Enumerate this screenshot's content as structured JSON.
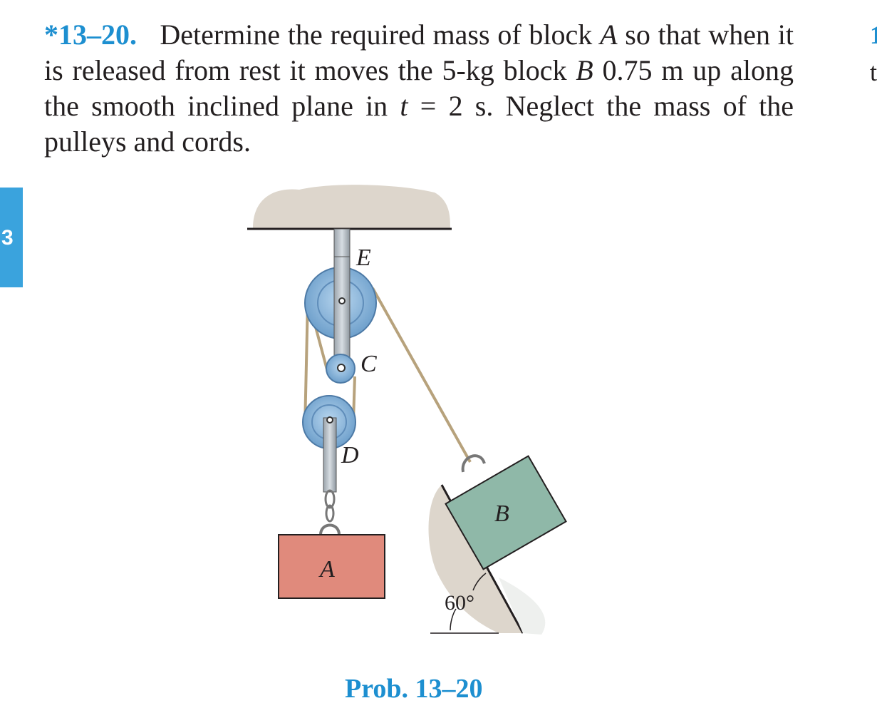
{
  "problem": {
    "number": "*13–20.",
    "text_parts": [
      "Determine the required mass of block ",
      "A",
      " so that when it is released from rest it moves the 5-kg block ",
      "B",
      " 0.75 m up along the smooth inclined plane in ",
      "t",
      " = 2 s. Neglect the mass of the pulleys and cords."
    ]
  },
  "figure": {
    "labels": {
      "E": "E",
      "C": "C",
      "D": "D",
      "A": "A",
      "B": "B"
    },
    "angle": "60°"
  },
  "caption": "Prob. 13–20",
  "edge": {
    "tab": "3",
    "frag1": "1",
    "frag2": "t"
  },
  "colors": {
    "accent": "#1d8fd0",
    "block_a": "#e08a7c",
    "block_b": "#8fb8a8",
    "pulley": "#8ab8de",
    "ground": "#ddd6cc"
  }
}
